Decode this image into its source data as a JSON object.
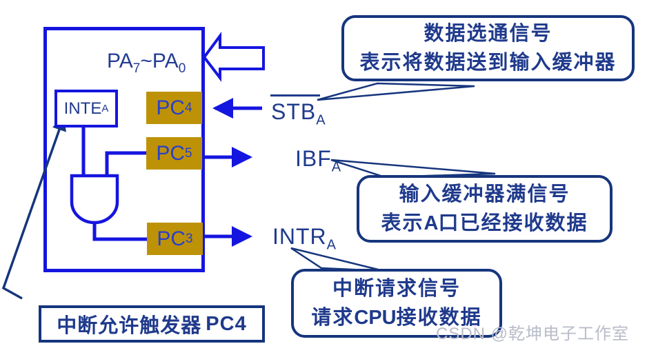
{
  "colors": {
    "wire_blue": "#1515e0",
    "navy_text": "#1f3a8c",
    "callout_border": "#16357d",
    "pin_gold": "#be9207",
    "pin_text_blue": "#2740cc",
    "watermark_gray": "#b9bcc8"
  },
  "chip": {
    "port_a_label": {
      "p1": "PA",
      "sub1": "7",
      "sep": "~",
      "p2": "PA",
      "sub2": "0"
    },
    "inte_label": {
      "text": "INTE",
      "sub": "A"
    },
    "pc4_label": {
      "text": "PC",
      "sub": "4"
    },
    "pc5_label": {
      "text": "PC",
      "sub": "5"
    },
    "pc3_label": {
      "text": "PC",
      "sub": "3"
    }
  },
  "signals": {
    "stb": {
      "text": "STB",
      "sub": "A",
      "active_low": true
    },
    "ibf": {
      "text": "IBF",
      "sub": "A"
    },
    "intr": {
      "text": "INTR",
      "sub": "A"
    }
  },
  "callouts": {
    "strobe": {
      "line1": "数据选通信号",
      "line2": "表示将数据送到输入缓冲器"
    },
    "buffer_full": {
      "line1": "输入缓冲器满信号",
      "line2_pre": "表示",
      "line2_bold": "A",
      "line2_post": "口已经接收数据"
    },
    "interrupt": {
      "line1": "中断请求信号",
      "line2_pre": "请求",
      "line2_bold": "CPU",
      "line2_post": "接收数据"
    }
  },
  "legend": {
    "label": "中断允许触发器",
    "bold": "PC4"
  },
  "watermark": "CSDN @乾坤电子工作室"
}
